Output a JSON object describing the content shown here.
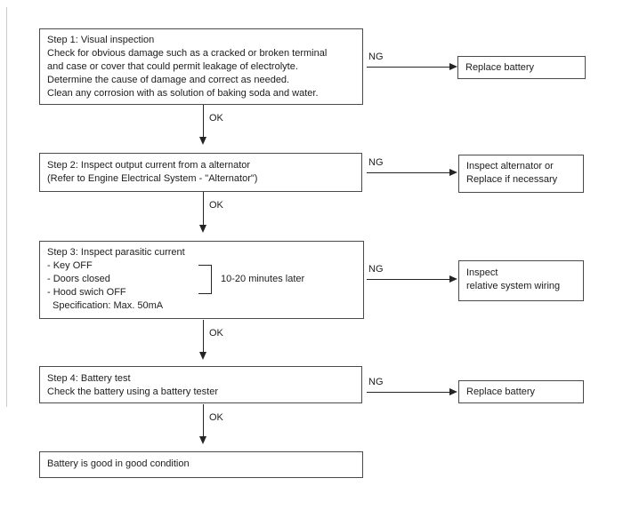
{
  "diagram": {
    "type": "flowchart",
    "title_implicit": "Battery inspection procedure",
    "colors": {
      "background": "#ffffff",
      "box_border": "#4a4a4a",
      "line": "#242424",
      "text": "#1c1c1c"
    },
    "steps": {
      "step1": {
        "lines": [
          "Step 1: Visual inspection",
          "Check for obvious damage such as a cracked or broken terminal",
          "and case or cover that could permit leakage of electrolyte.",
          "Determine the cause of damage and correct as needed.",
          "Clean any corrosion with as solution of baking soda and water."
        ]
      },
      "step2": {
        "lines": [
          "Step 2: Inspect output current from a alternator",
          "(Refer to Engine Electrical System - \"Alternator\")"
        ]
      },
      "step3": {
        "lines": [
          "Step 3: Inspect parasitic current",
          "- Key OFF",
          "- Doors closed",
          "- Hood swich OFF",
          "Specification: Max. 50mA"
        ],
        "bracket_note": "10-20 minutes later"
      },
      "step4": {
        "lines": [
          "Step 4: Battery test",
          "Check the battery using a battery tester"
        ]
      },
      "result": {
        "lines": [
          "Battery is good in good condition"
        ]
      }
    },
    "ng_outcomes": {
      "outcome1": {
        "lines": [
          "Replace battery"
        ]
      },
      "outcome2": {
        "lines": [
          "Inspect alternator or",
          "Replace if necessary"
        ]
      },
      "outcome3": {
        "lines": [
          "Inspect",
          "relative system wiring"
        ]
      },
      "outcome4": {
        "lines": [
          "Replace battery"
        ]
      }
    },
    "connectors": {
      "ok_label": "OK",
      "ng_label": "NG"
    }
  }
}
